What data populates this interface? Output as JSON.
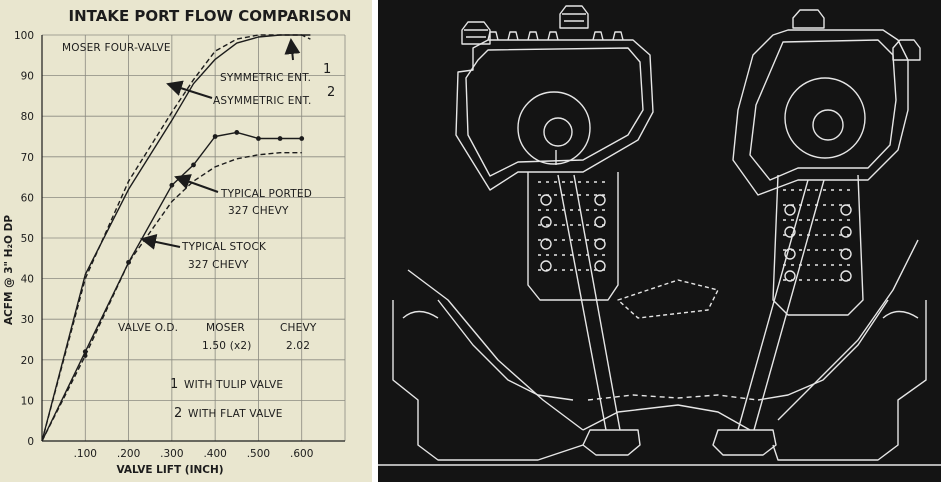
{
  "chart_data": {
    "type": "line",
    "title": "INTAKE PORT FLOW COMPARISON",
    "xlabel": "VALVE LIFT (INCH)",
    "ylabel": "ACFM @ 3\" H₂O DP",
    "xlim": [
      0,
      0.7
    ],
    "ylim": [
      0,
      100
    ],
    "x_ticks": [
      ".100",
      ".200",
      ".300",
      ".400",
      ".500",
      ".600"
    ],
    "y_ticks": [
      "0",
      "10",
      "20",
      "30",
      "40",
      "50",
      "60",
      "70",
      "80",
      "90",
      "100"
    ],
    "grid": true,
    "series": [
      {
        "name": "SYMMETRIC ENT. 1",
        "style": "solid",
        "x": [
          0,
          0.1,
          0.2,
          0.3,
          0.35,
          0.4,
          0.45,
          0.5,
          0.55,
          0.6,
          0.62
        ],
        "y": [
          0,
          41,
          62,
          79,
          88,
          94,
          98,
          99.5,
          100,
          100,
          100
        ]
      },
      {
        "name": "ASYMMETRIC ENT. 2",
        "style": "dashed",
        "x": [
          0,
          0.1,
          0.2,
          0.3,
          0.35,
          0.4,
          0.45,
          0.5,
          0.55,
          0.6,
          0.62
        ],
        "y": [
          0,
          40,
          64,
          81,
          89,
          96,
          99,
          100,
          100,
          100,
          99
        ]
      },
      {
        "name": "TYPICAL PORTED 327 CHEVY",
        "style": "solid-points",
        "x": [
          0,
          0.1,
          0.2,
          0.3,
          0.35,
          0.4,
          0.45,
          0.5,
          0.55,
          0.6
        ],
        "y": [
          0,
          22,
          44,
          63,
          68,
          75,
          76,
          74.5,
          74.5,
          74.5
        ]
      },
      {
        "name": "TYPICAL STOCK 327 CHEVY",
        "style": "dashed",
        "x": [
          0,
          0.1,
          0.2,
          0.3,
          0.35,
          0.4,
          0.45,
          0.5,
          0.55,
          0.6
        ],
        "y": [
          0,
          21,
          44,
          59,
          64,
          67.5,
          69.5,
          70.5,
          71,
          71
        ]
      }
    ],
    "annotations": {
      "moser": "MOSER FOUR-VALVE",
      "symmetric": "SYMMETRIC ENT.",
      "symmetric_num": "1",
      "asymmetric": "ASYMMETRIC ENT.",
      "asymmetric_num": "2",
      "ported_1": "TYPICAL PORTED",
      "ported_2": "327 CHEVY",
      "stock_1": "TYPICAL STOCK",
      "stock_2": "327 CHEVY",
      "valve_od": "VALVE O.D.",
      "moser_col": "MOSER",
      "moser_val": "1.50 (x2)",
      "chevy_col": "CHEVY",
      "chevy_val": "2.02",
      "note1_num": "1",
      "note1": "WITH TULIP VALVE",
      "note2_num": "2",
      "note2": "WITH FLAT VALVE"
    }
  },
  "colors": {
    "paper": "#e9e6cf",
    "ink": "#1c1c1c",
    "grid": "#8a8a80",
    "blueprint_bg": "#141414",
    "blueprint_line": "#e6e6e6"
  },
  "drawing": {
    "description_icon": "engine-cylinder-head-cross-section"
  }
}
